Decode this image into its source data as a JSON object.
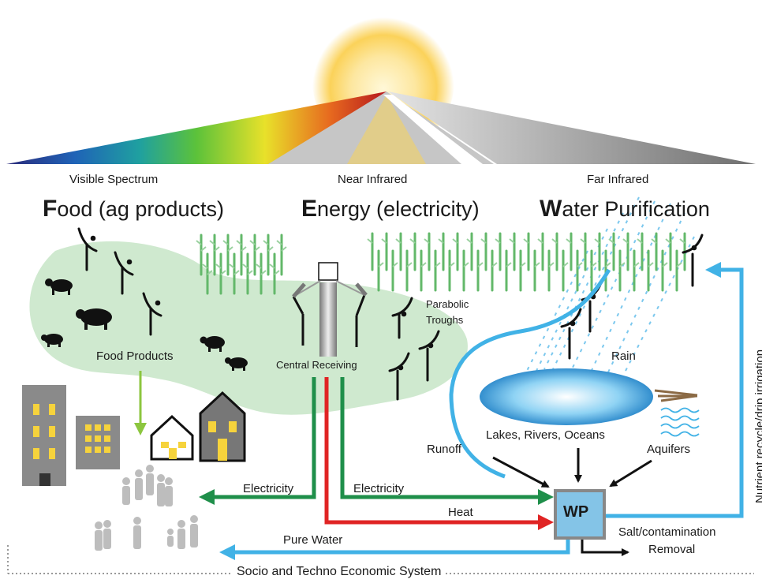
{
  "spectrum": {
    "visible": "Visible Spectrum",
    "near_infrared": "Near Infrared",
    "far_infrared": "Far Infrared"
  },
  "headings": {
    "food": {
      "initial": "F",
      "rest": "ood (ag products)"
    },
    "energy": {
      "initial": "E",
      "rest": "nergy (electricity)"
    },
    "water": {
      "initial": "W",
      "rest": "ater Purification"
    }
  },
  "labels": {
    "food_products": "Food Products",
    "central_receiving": "Central Receiving",
    "parabolic_troughs": "Parabolic\nTroughs",
    "rain": "Rain",
    "lakes": "Lakes, Rivers, Oceans",
    "runoff": "Runoff",
    "aquifers": "Aquifers",
    "electricity_left": "Electricity",
    "electricity_right": "Electricity",
    "heat": "Heat",
    "pure_water": "Pure Water",
    "wp": "WP",
    "salt": "Salt/contamination",
    "removal": "Removal",
    "nutrient": "Nutrient recycle/drip irrigation",
    "system": "Socio and Techno Economic System"
  },
  "colors": {
    "electricity": "#1f8f4a",
    "heat": "#e02424",
    "water": "#41b2e6",
    "land": "#cfe9cf",
    "food_arrow": "#8cc63f",
    "building": "#8a8a8a",
    "window": "#f6d33c"
  }
}
